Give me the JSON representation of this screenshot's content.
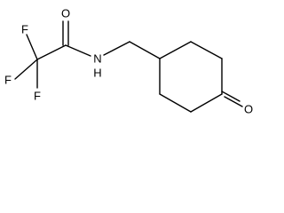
{
  "molecule": {
    "atoms": {
      "f_top": "F",
      "f_left": "F",
      "f_bottom": "F",
      "amide_oxygen": "O",
      "amide_nitrogen": "N",
      "amide_hydrogen": "H",
      "ketone_oxygen": "O"
    }
  },
  "colors": {
    "bond": "#000000",
    "label": "#000000",
    "background": "#ffffff"
  }
}
